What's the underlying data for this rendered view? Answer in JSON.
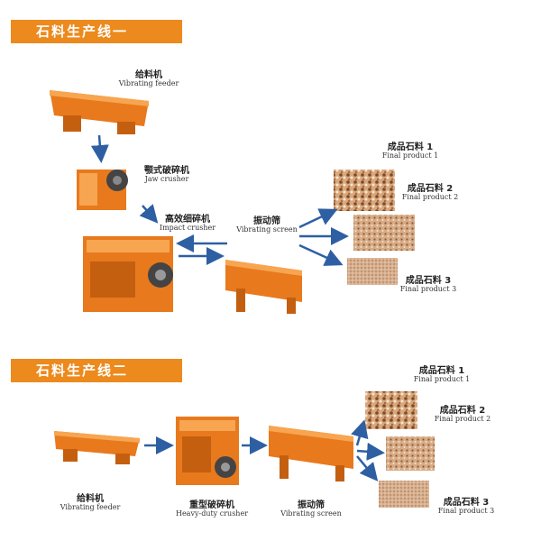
{
  "line1": {
    "title": "石料生产线一",
    "feeder": {
      "zh": "给料机",
      "en": "Vibrating feeder"
    },
    "jaw": {
      "zh": "颚式破碎机",
      "en": "Jaw crusher"
    },
    "impact": {
      "zh": "高效细碎机",
      "en": "Impact crusher"
    },
    "screen": {
      "zh": "振动筛",
      "en": "Vibrating screen"
    },
    "products": [
      {
        "zh": "成品石料 1",
        "en": "Final product 1"
      },
      {
        "zh": "成品石料 2",
        "en": "Final product 2"
      },
      {
        "zh": "成品石料 3",
        "en": "Final product 3"
      }
    ]
  },
  "line2": {
    "title": "石料生产线二",
    "feeder": {
      "zh": "给料机",
      "en": "Vibrating feeder"
    },
    "crusher": {
      "zh": "重型破碎机",
      "en": "Heavy-duty crusher"
    },
    "screen": {
      "zh": "振动筛",
      "en": "Vibrating screen"
    },
    "products": [
      {
        "zh": "成品石料 1",
        "en": "Final product 1"
      },
      {
        "zh": "成品石料 2",
        "en": "Final product 2"
      },
      {
        "zh": "成品石料 3",
        "en": "Final product 3"
      }
    ]
  },
  "colors": {
    "banner": "#ec8a1e",
    "machine": "#e8791d",
    "arrow": "#2e5fa3"
  }
}
